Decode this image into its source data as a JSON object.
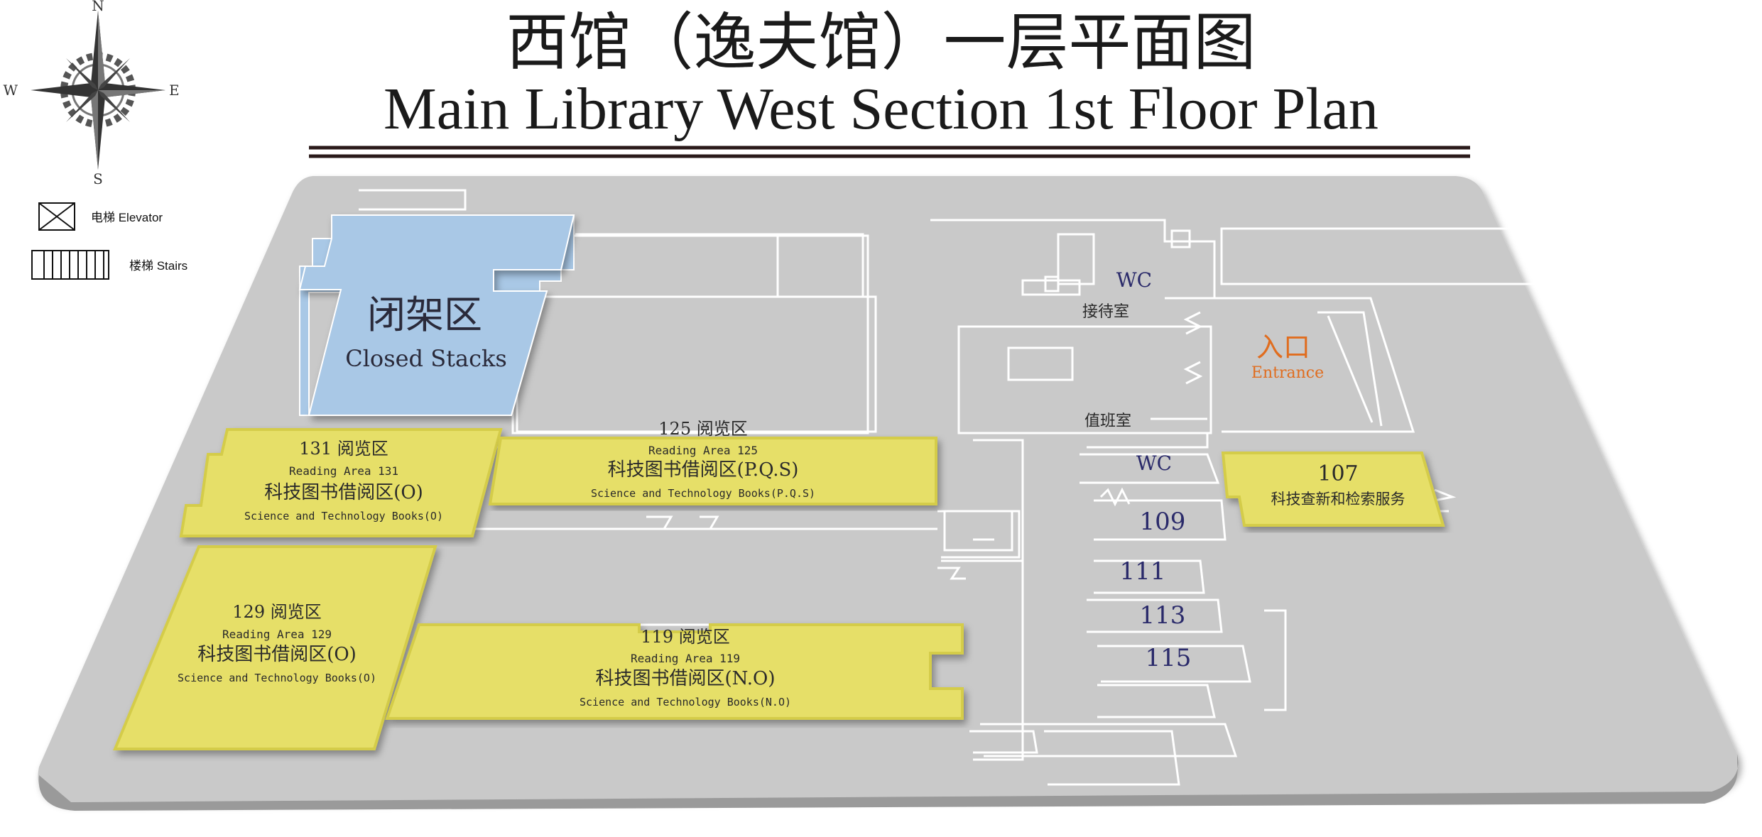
{
  "title": {
    "zh": "西馆（逸夫馆）一层平面图",
    "en": "Main Library West Section 1st Floor Plan"
  },
  "compass": {
    "n": "N",
    "e": "E",
    "s": "S",
    "w": "W"
  },
  "legend": {
    "elevator": "电梯  Elevator",
    "stairs": "楼梯  Stairs"
  },
  "colors": {
    "floor": "#c9c9c9",
    "reading_area": "#e6df68",
    "closed_stacks": "#a9c8e6",
    "entrance": "#e06d1f",
    "room_number": "#2a2a6a"
  },
  "areas": {
    "closed_stacks": {
      "zh": "闭架区",
      "en": "Closed Stacks"
    },
    "a131": {
      "num": "131 阅览区",
      "en": "Reading Area 131",
      "zh": "科技图书借阅区(O)",
      "sub": "Science and Technology Books(O)"
    },
    "a125": {
      "num": "125 阅览区",
      "en": "Reading Area 125",
      "zh": "科技图书借阅区(P.Q.S)",
      "sub": "Science and Technology Books(P.Q.S)"
    },
    "a129": {
      "num": "129 阅览区",
      "en": "Reading Area 129",
      "zh": "科技图书借阅区(O)",
      "sub": "Science and Technology Books(O)"
    },
    "a119": {
      "num": "119 阅览区",
      "en": "Reading Area 119",
      "zh": "科技图书借阅区(N.O)",
      "sub": "Science and Technology Books(N.O)"
    },
    "r107": {
      "num": "107",
      "zh": "科技查新和检索服务"
    }
  },
  "rooms": {
    "wc_top": "WC",
    "reception": "接待室",
    "duty": "值班室",
    "wc_mid": "WC",
    "r109": "109",
    "r111": "111",
    "r113": "113",
    "r115": "115"
  },
  "entrance": {
    "zh": "入口",
    "en": "Entrance"
  }
}
